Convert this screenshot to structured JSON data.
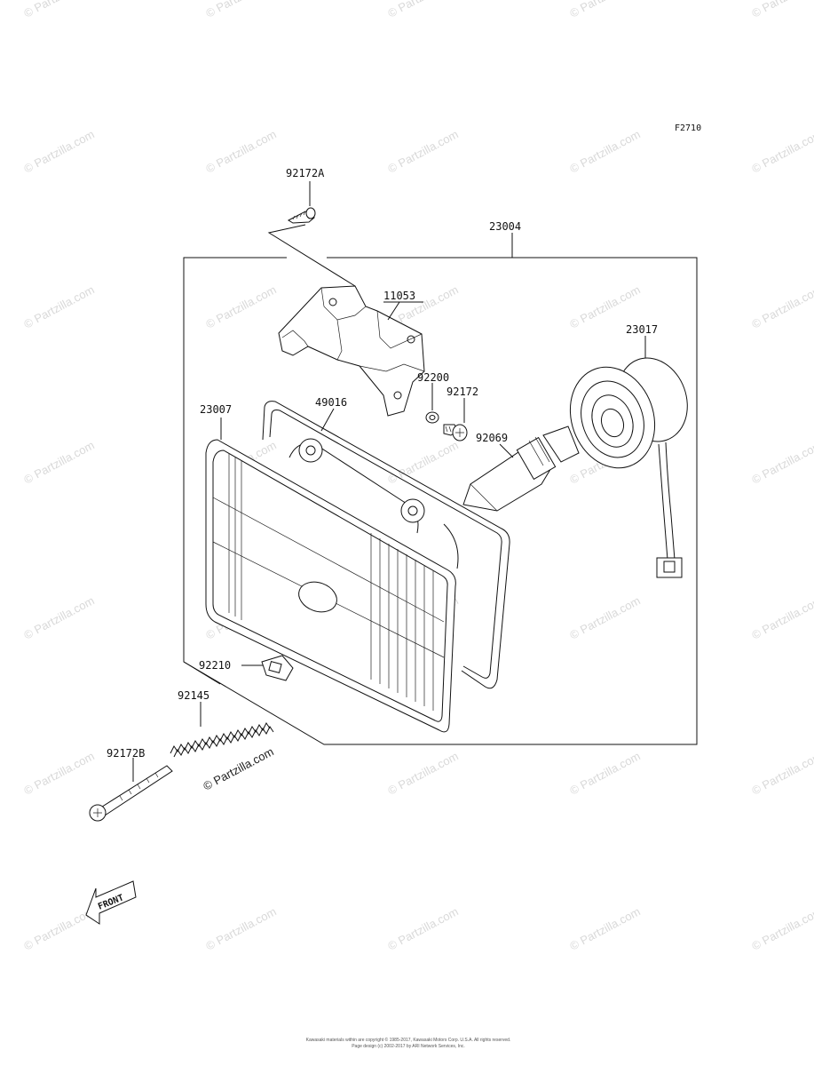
{
  "figure_code": "F2710",
  "parts": {
    "p92172A": "92172A",
    "p23004": "23004",
    "p11053": "11053",
    "p23017": "23017",
    "p92200": "92200",
    "p92172": "92172",
    "p23007": "23007",
    "p49016": "49016",
    "p92069": "92069",
    "p92210": "92210",
    "p92145": "92145",
    "p92172B": "92172B"
  },
  "watermark": "© Partzilla.com",
  "front_label": "FRONT",
  "footer": {
    "line1": "Kawasaki materials within are copyright © 1985-2017, Kawasaki Motors Corp. U.S.A. All rights reserved.",
    "line2": "Page design (c) 2002-2017 by ARI Network Services, Inc."
  }
}
